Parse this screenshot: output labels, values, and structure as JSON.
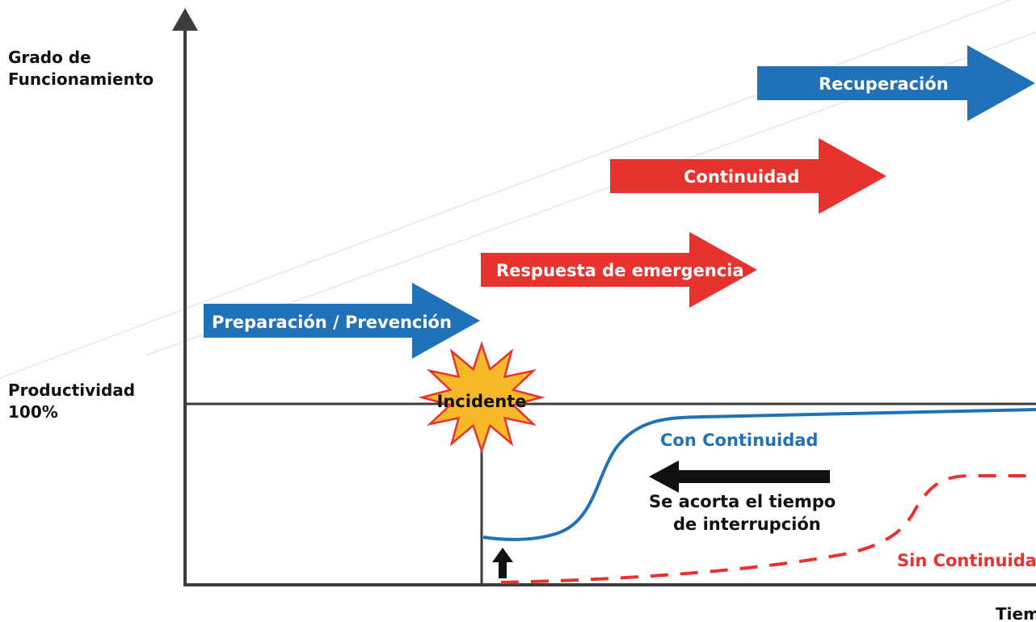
{
  "axes": {
    "y_label_line1": "Grado de",
    "y_label_line2": "Funcionamiento",
    "productivity_line1": "Productividad",
    "productivity_line2": "100%",
    "x_label": "Tiempo"
  },
  "phases": [
    {
      "label": "Preparación / Prevención",
      "color": "#1f72b8"
    },
    {
      "label": "Respuesta de emergencia",
      "color": "#e8322d"
    },
    {
      "label": "Continuidad",
      "color": "#e8322d"
    },
    {
      "label": "Recuperación",
      "color": "#1f72b8"
    }
  ],
  "incident": {
    "label": "Incidente",
    "fill": "#f7b928",
    "stroke": "#e8322d"
  },
  "curves": {
    "with_continuity": {
      "label": "Con Continuidad",
      "color": "#1f72b8"
    },
    "without_continuity": {
      "label": "Sin Continuidad",
      "color": "#e8322d"
    }
  },
  "annotation": {
    "line1": "Se acorta el tiempo",
    "line2": "de interrupción"
  },
  "colors": {
    "axis": "#3d3d3d",
    "text": "#111111",
    "faint_line": "#e6ecf3"
  }
}
